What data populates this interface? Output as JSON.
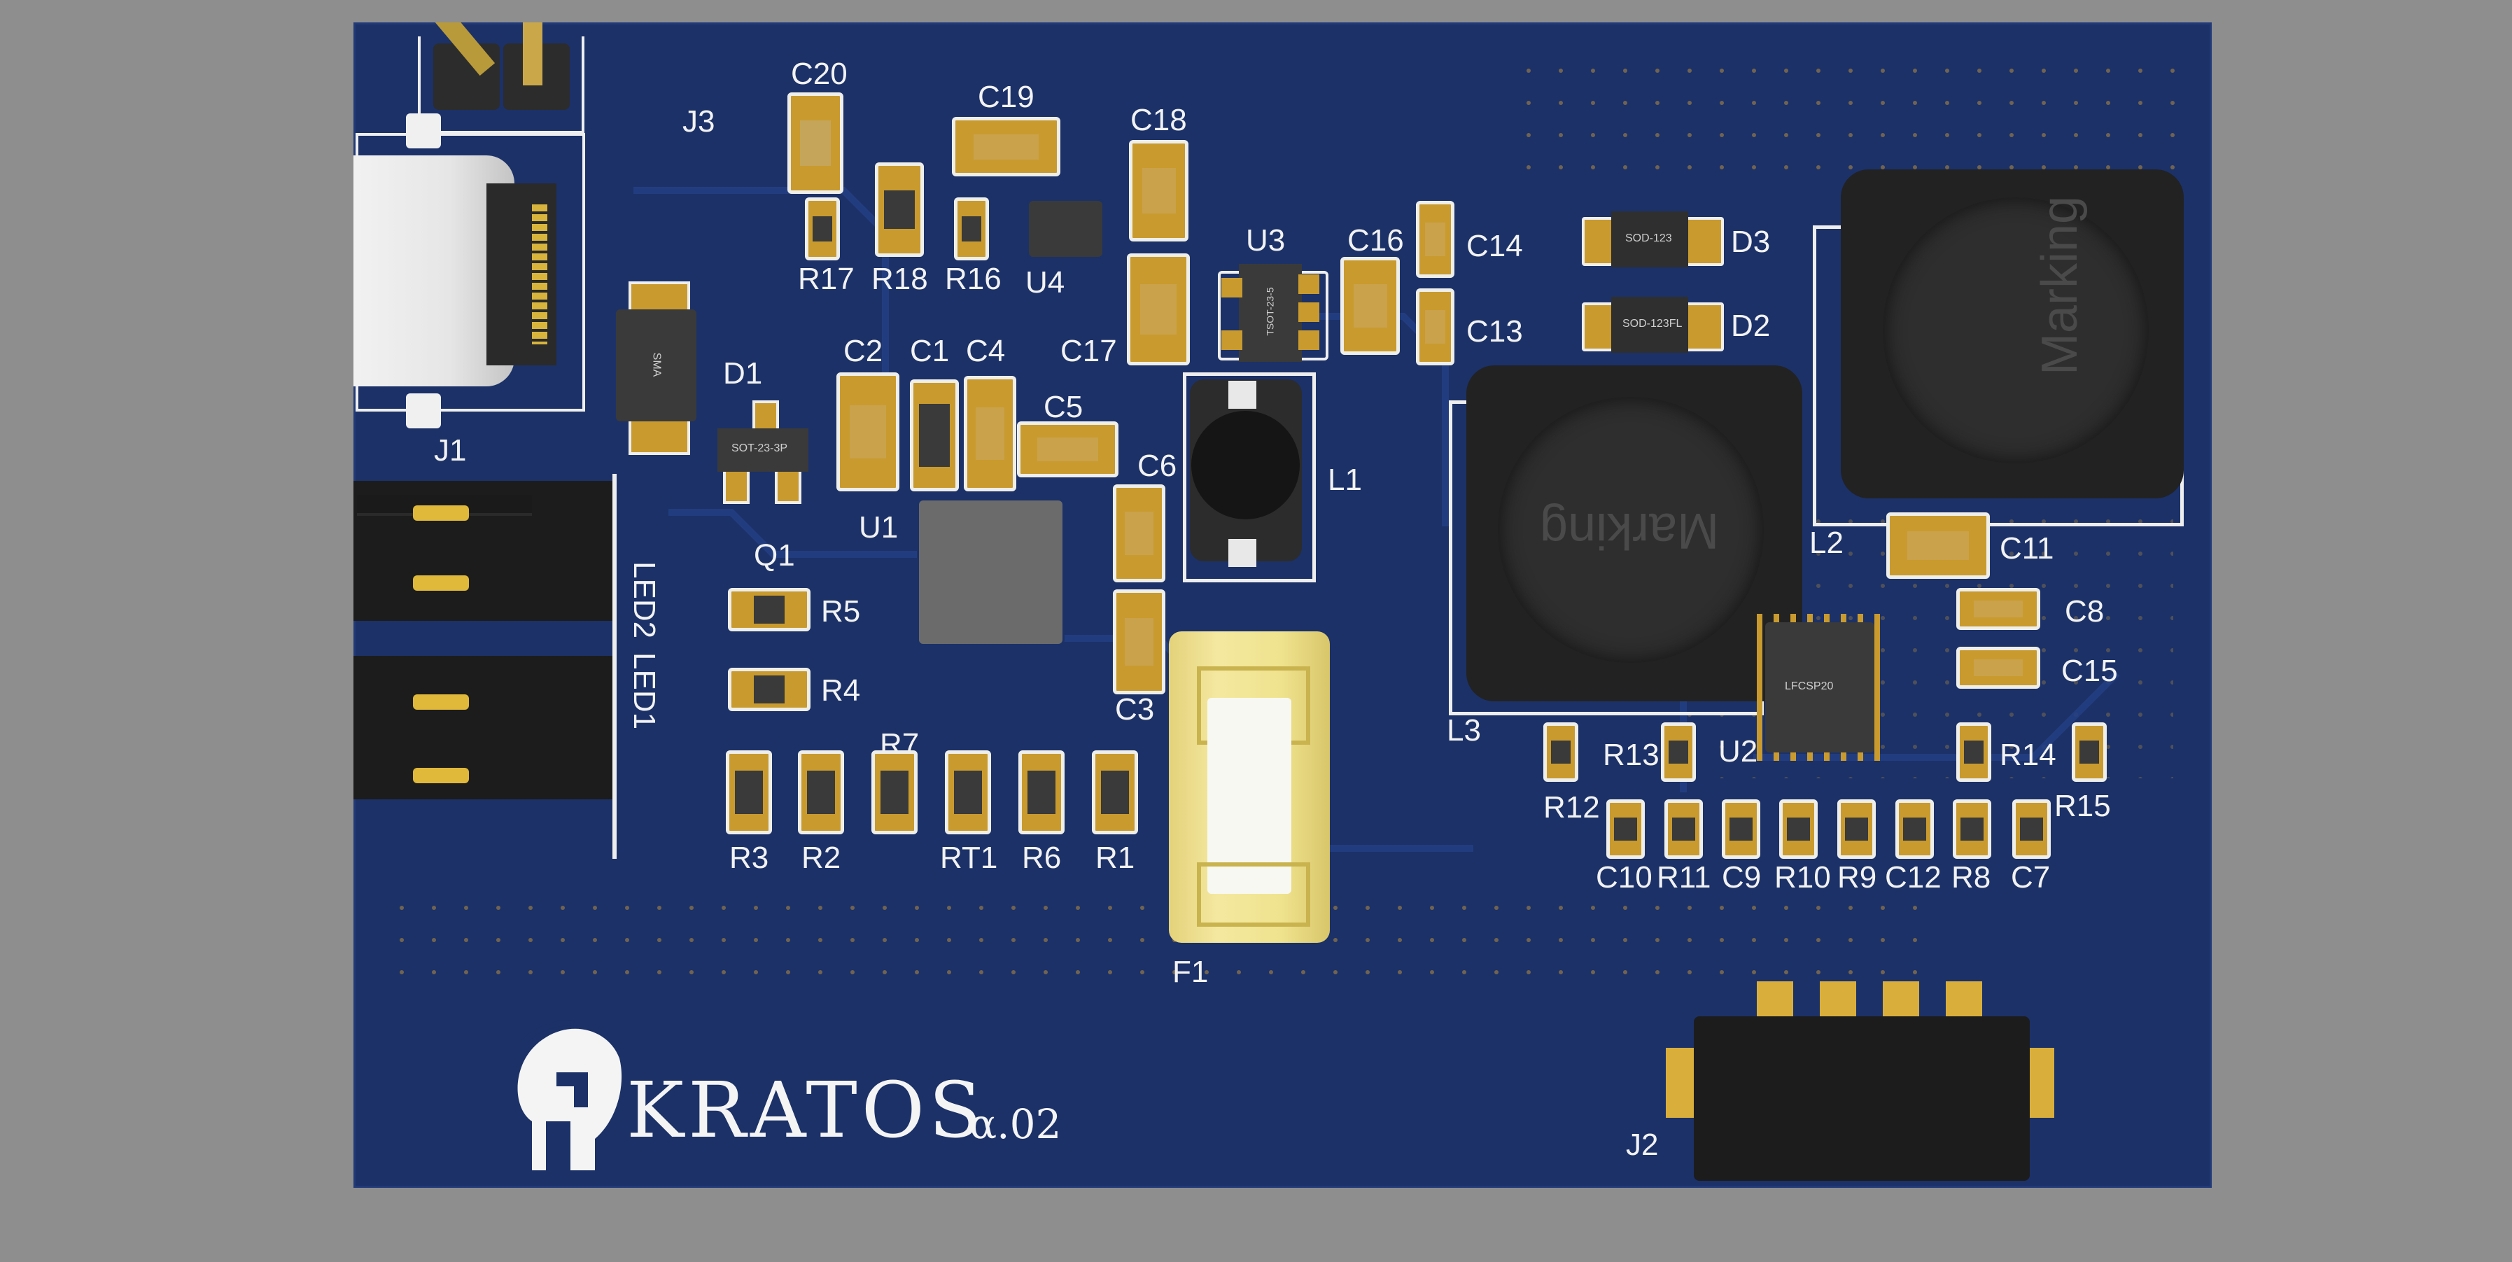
{
  "board": {
    "logo_text": "KRATOS",
    "version_text": "α.02",
    "colors": {
      "pcb": "#1b3168",
      "background": "#8e8e8e",
      "pad": "#c99a2e",
      "silkscreen": "#f2f2f2",
      "led": "#1e9e2c"
    }
  },
  "labels": {
    "J3": "J3",
    "J1": "J1",
    "D1": "D1",
    "Q1": "Q1",
    "U1": "U1",
    "C20": "C20",
    "C19": "C19",
    "C18": "C18",
    "R17": "R17",
    "R18": "R18",
    "R16": "R16",
    "U4": "U4",
    "U3": "U3",
    "C16": "C16",
    "C14": "C14",
    "C13": "C13",
    "C2": "C2",
    "C1": "C1",
    "C4": "C4",
    "C17": "C17",
    "C5": "C5",
    "C6": "C6",
    "L1": "L1",
    "C3": "C3",
    "F1": "F1",
    "R5": "R5",
    "R4": "R4",
    "R7": "R7",
    "R3": "R3",
    "R2": "R2",
    "RT1": "RT1",
    "R6": "R6",
    "R1": "R1",
    "LED2": "LED2",
    "LED1": "LED1",
    "D3": "D3",
    "D2": "D2",
    "L2": "L2",
    "L3": "L3",
    "C11": "C11",
    "C8": "C8",
    "C15": "C15",
    "R13": "R13",
    "U2": "U2",
    "R14": "R14",
    "R12": "R12",
    "R15": "R15",
    "C10": "C10",
    "R11": "R11",
    "C9": "C9",
    "R10": "R10",
    "R9": "R9",
    "C12": "C12",
    "R8": "R8",
    "C7": "C7",
    "J2": "J2"
  },
  "package_marks": {
    "sma": "SMA",
    "sot23": "SOT-23-3P",
    "tsot": "TSOT-23-5",
    "sod123_d3": "SOD-123",
    "sod123_d2": "SOD-123FL",
    "lfcsp": "LFCSP20",
    "l2_marking": "Marking",
    "l3_marking": "Marking"
  }
}
